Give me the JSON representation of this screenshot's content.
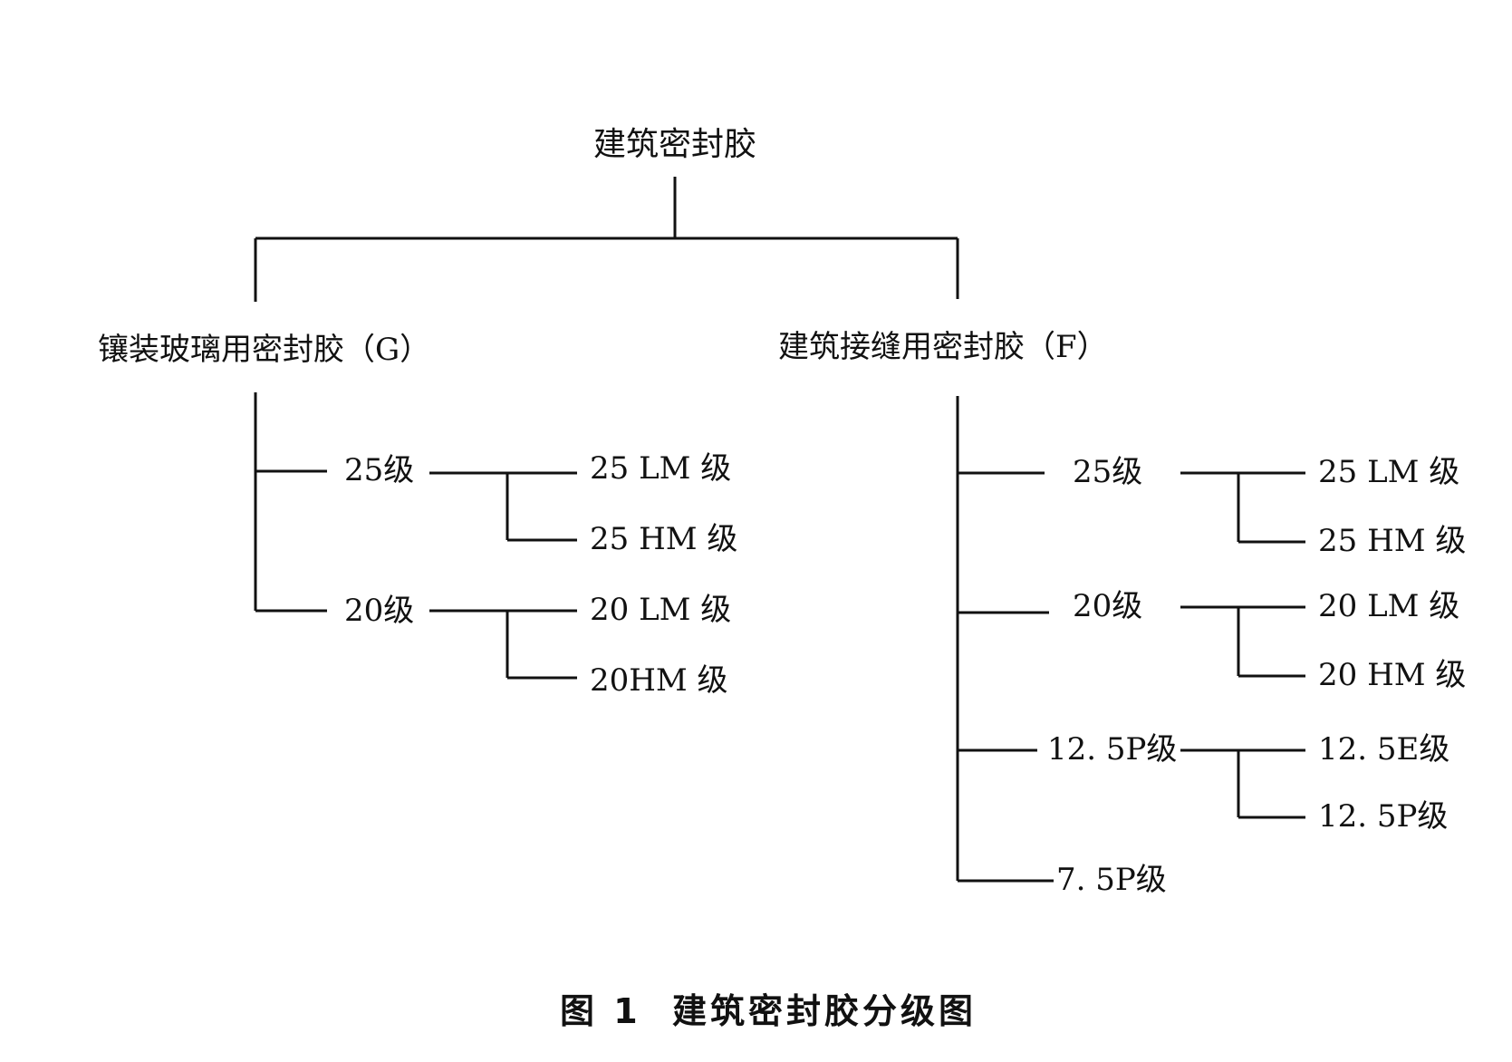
{
  "root": "建筑密封胶",
  "groups": [
    {
      "label": "镶装玻璃用密封胶（G）",
      "grades": [
        {
          "label": "25级",
          "subs": [
            "25 LM 级",
            "25 HM 级"
          ]
        },
        {
          "label": "20级",
          "subs": [
            "20 LM 级",
            "20HM 级"
          ]
        }
      ]
    },
    {
      "label": "建筑接缝用密封胶（F）",
      "grades": [
        {
          "label": "25级",
          "subs": [
            "25 LM 级",
            "25 HM 级"
          ]
        },
        {
          "label": "20级",
          "subs": [
            "20 LM 级",
            "20 HM 级"
          ]
        },
        {
          "label": "12. 5P级",
          "subs": [
            "12. 5E级",
            "12. 5P级"
          ]
        },
        {
          "label": "7. 5P级",
          "subs": []
        }
      ]
    }
  ],
  "caption": {
    "number": "图 1",
    "title": "建筑密封胶分级图"
  }
}
